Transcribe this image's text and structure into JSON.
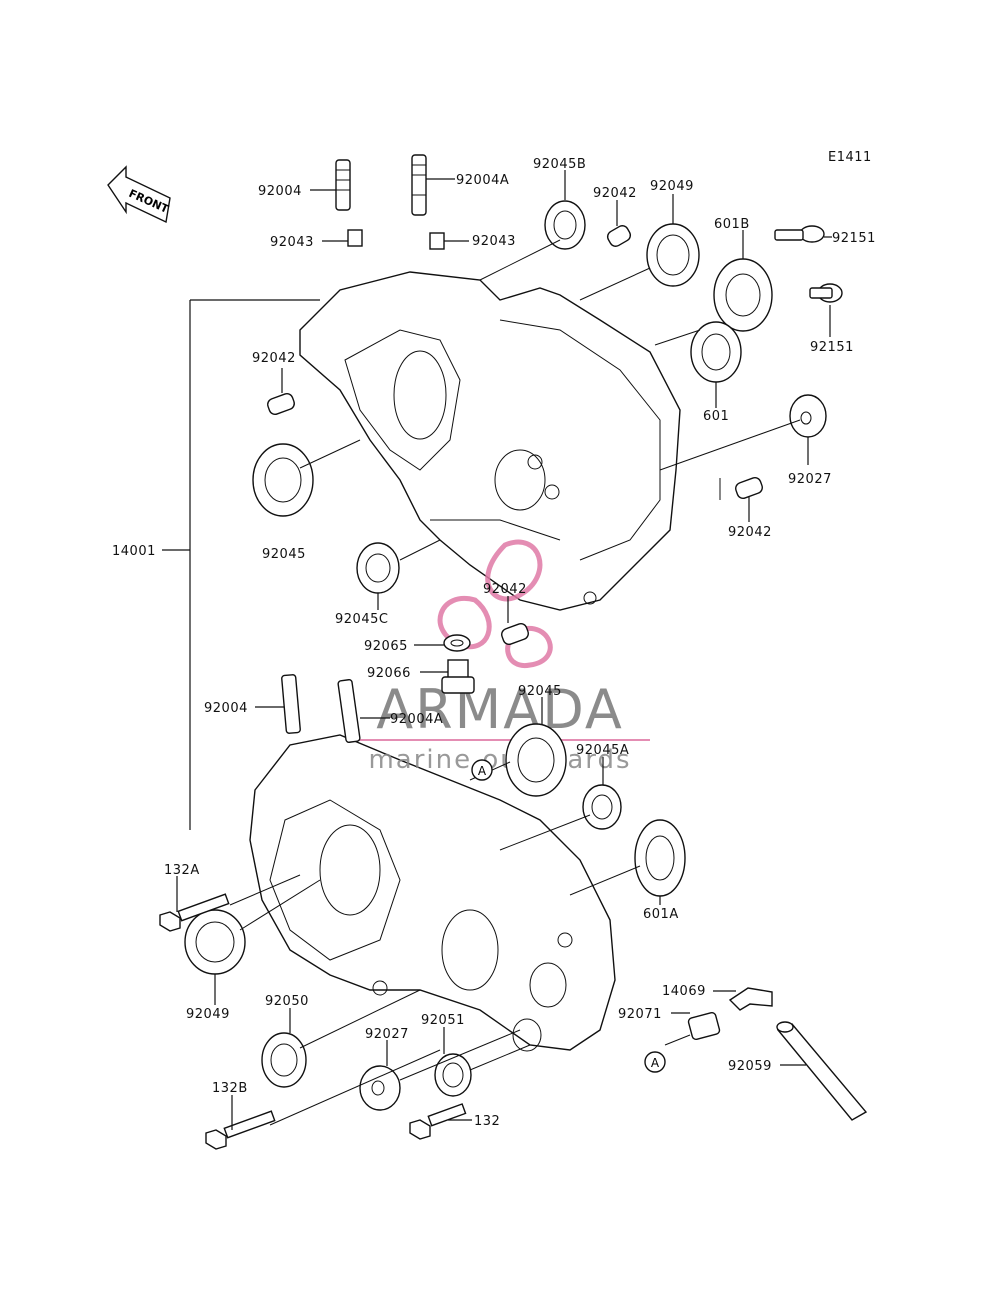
{
  "diagram_code": "E1411",
  "front_label": "FRONT",
  "callout_letter": "A",
  "watermark": {
    "brand": "ARMADA",
    "tagline": "marine outboards",
    "color": "#e07aa6"
  },
  "labels": {
    "p92004_top": "92004",
    "p92004a_top": "92004A",
    "p92045b": "92045B",
    "p92042_top": "92042",
    "p92049_top": "92049",
    "p601b": "601B",
    "p92151_a": "92151",
    "p92043_left": "92043",
    "p92043_right": "92043",
    "p92151_b": "92151",
    "p92042_left": "92042",
    "p601": "601",
    "p92027_right": "92027",
    "p92042_right": "92042",
    "p14001": "14001",
    "p92045_left": "92045",
    "p92042_mid": "92042",
    "p92045c": "92045C",
    "p92065": "92065",
    "p92066": "92066",
    "p92004_low": "92004",
    "p92004a_low": "92004A",
    "p92045_low": "92045",
    "p92045a": "92045A",
    "p132a": "132A",
    "p601a": "601A",
    "p92049_low": "92049",
    "p92050": "92050",
    "p92027_low": "92027",
    "p92051": "92051",
    "p14069": "14069",
    "p92071": "92071",
    "p92059": "92059",
    "p132b": "132B",
    "p132": "132"
  }
}
